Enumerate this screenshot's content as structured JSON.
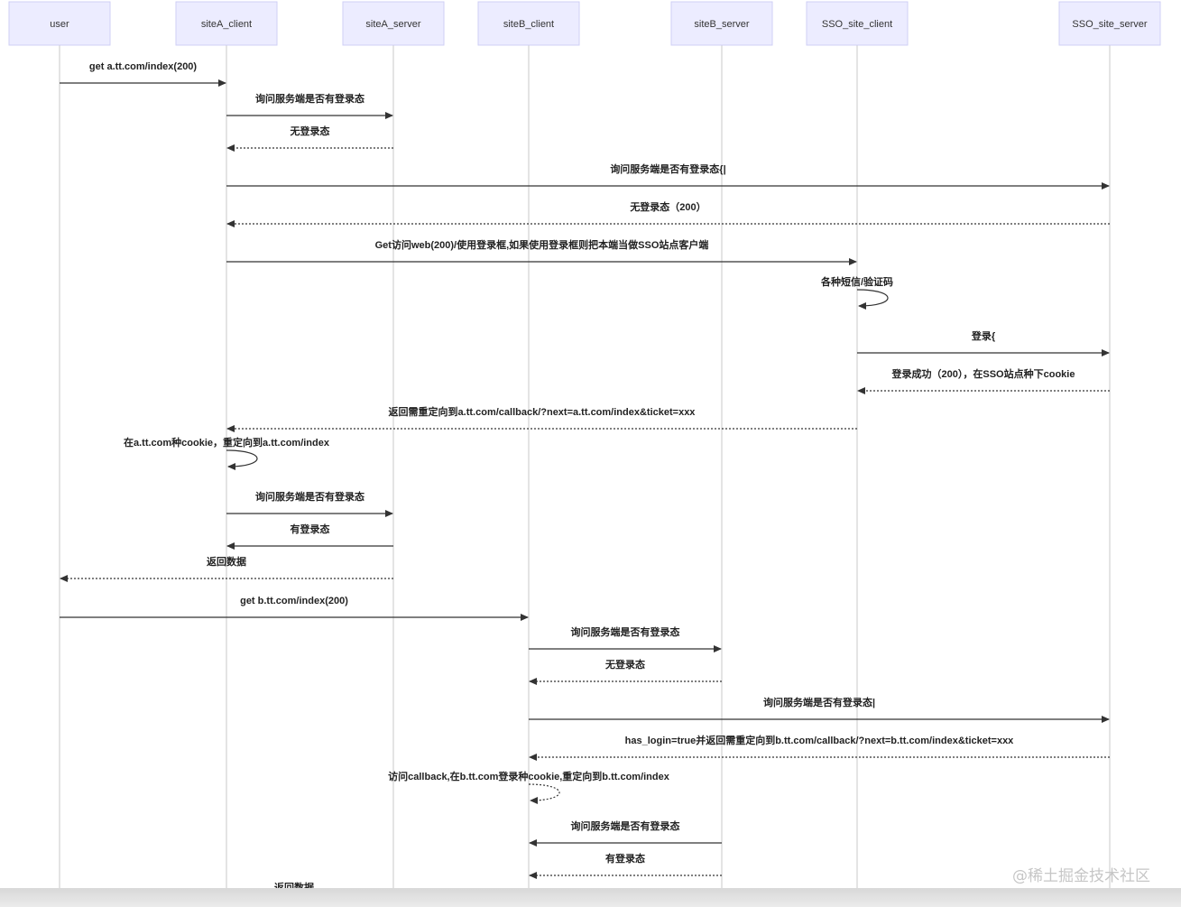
{
  "actors": [
    "user",
    "siteA_client",
    "siteA_server",
    "siteB_client",
    "siteB_server",
    "SSO_site_client",
    "SSO_site_server"
  ],
  "messages": [
    {
      "from": 0,
      "to": 1,
      "text": "get a.tt.com/index(200)",
      "style": "solid"
    },
    {
      "from": 1,
      "to": 2,
      "text": "询问服务端是否有登录态",
      "style": "solid"
    },
    {
      "from": 2,
      "to": 1,
      "text": "无登录态",
      "style": "dashed"
    },
    {
      "from": 1,
      "to": 6,
      "text": "询问服务端是否有登录态{|",
      "style": "solid"
    },
    {
      "from": 6,
      "to": 1,
      "text": "无登录态（200）",
      "style": "dashed"
    },
    {
      "from": 1,
      "to": 5,
      "text": "Get访问web(200)/使用登录框,如果使用登录框则把本端当做SSO站点客户端",
      "style": "solid"
    },
    {
      "from": 5,
      "to": 5,
      "text": "各种短信/验证码",
      "style": "solid"
    },
    {
      "from": 5,
      "to": 6,
      "text": "登录{",
      "style": "solid"
    },
    {
      "from": 6,
      "to": 5,
      "text": "登录成功（200），在SSO站点种下cookie",
      "style": "dashed"
    },
    {
      "from": 5,
      "to": 1,
      "text": "返回需重定向到a.tt.com/callback/?next=a.tt.com/index&ticket=xxx",
      "style": "dashed"
    },
    {
      "from": 1,
      "to": 1,
      "text": "在a.tt.com种cookie，重定向到a.tt.com/index",
      "style": "solid"
    },
    {
      "from": 1,
      "to": 2,
      "text": "询问服务端是否有登录态",
      "style": "solid"
    },
    {
      "from": 2,
      "to": 1,
      "text": "有登录态",
      "style": "solid"
    },
    {
      "from": 2,
      "to": 0,
      "text": "返回数据",
      "style": "dashed"
    },
    {
      "from": 0,
      "to": 3,
      "text": "get b.tt.com/index(200)",
      "style": "solid"
    },
    {
      "from": 3,
      "to": 4,
      "text": "询问服务端是否有登录态",
      "style": "solid"
    },
    {
      "from": 4,
      "to": 3,
      "text": "无登录态",
      "style": "dashed"
    },
    {
      "from": 3,
      "to": 6,
      "text": "询问服务端是否有登录态|",
      "style": "solid"
    },
    {
      "from": 6,
      "to": 3,
      "text": "has_login=true并返回需重定向到b.tt.com/callback/?next=b.tt.com/index&ticket=xxx",
      "style": "dashed"
    },
    {
      "from": 3,
      "to": 3,
      "text": "访问callback,在b.tt.com登录种cookie,重定向到b.tt.com/index",
      "style": "dashed"
    },
    {
      "from": 4,
      "to": 3,
      "text": "询问服务端是否有登录态",
      "style": "solid"
    },
    {
      "from": 4,
      "to": 3,
      "text": "有登录态",
      "style": "dashed"
    },
    {
      "from": 3,
      "to": 0,
      "text": "返回数据",
      "style": "dashed"
    }
  ],
  "watermark": "@稀土掘金技术社区"
}
